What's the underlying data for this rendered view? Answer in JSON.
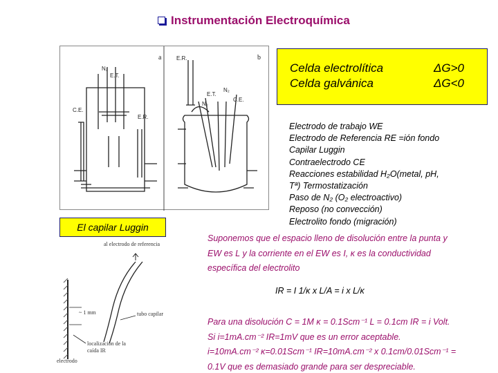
{
  "title": "Instrumentación Electroquímica",
  "apparatus": {
    "panel_a_label": "a",
    "panel_b_label": "b",
    "a_labels": [
      "N₂",
      "E.T.",
      "C.E.",
      "E.R."
    ],
    "b_labels": [
      "E.R.",
      "E.T.",
      "N₂",
      "N₂",
      "C.E."
    ]
  },
  "gibbs_box": {
    "row1_text": "Celda electrolítica",
    "row1_cond": "ΔG>0",
    "row2_text": "Celda galvánica",
    "row2_cond": "ΔG<0"
  },
  "components": [
    "Electrodo de trabajo WE",
    "Electrodo de Referencia RE =ión fondo",
    "Capilar Luggin",
    "Contraelectrodo CE",
    "Reacciones estabilidad H₂O(metal, pH,",
    "Tª) Termostatización",
    "Paso de N₂ (O₂ electroactivo)",
    "Reposo (no convección)",
    "Electrolito fondo (migración)"
  ],
  "luggin_label": "El capilar Luggin",
  "capillary_diagram": {
    "label_top": "al electrodo de referencia",
    "label_tube": "tubo capilar",
    "label_gap": "~ 1 mm",
    "label_loc1": "localización de la",
    "label_loc2": "caída IR",
    "label_electrode": "electrodo"
  },
  "paragraph1": [
    "Suponemos que el espacio lleno de disolución entre la punta y",
    "EW es L y la corriente en el EW es I, κ es la conductividad",
    "específica del electrolito"
  ],
  "formula": "IR = I 1/κ x  L/A = i x  L/κ",
  "paragraph2": [
    "Para una disolución C = 1M  κ = 0.1Scm⁻¹ L = 0.1cm IR = i Volt.",
    " Si i=1mA.cm⁻²  IR=1mV que es un error aceptable.",
    "i=10mA.cm⁻² κ=0.01Scm⁻¹  IR=10mA.cm⁻²  x 0.1cm/0.01Scm⁻¹  =",
    "0.1V que es demasiado grande para ser despreciable."
  ]
}
